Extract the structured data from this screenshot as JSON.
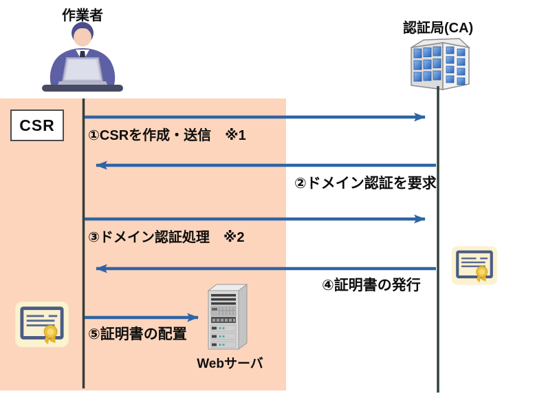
{
  "diagram": {
    "worker_label": "作業者",
    "ca_label": "認証局(CA)",
    "csr_label": "CSR",
    "server_label": "Webサーバ",
    "steps": [
      {
        "label": "①CSRを作成・送信　※1",
        "direction": "right",
        "from": "作業者",
        "to": "認証局(CA)"
      },
      {
        "label": "②ドメイン認証を要求",
        "direction": "left",
        "from": "認証局(CA)",
        "to": "作業者"
      },
      {
        "label": "③ドメイン認証処理　※2",
        "direction": "right",
        "from": "作業者",
        "to": "認証局(CA)"
      },
      {
        "label": "④証明書の発行",
        "direction": "left",
        "from": "認証局(CA)",
        "to": "作業者"
      },
      {
        "label": "⑤証明書の配置",
        "direction": "right",
        "from": "作業者",
        "to": "Webサーバ"
      }
    ],
    "icons": [
      "worker-avatar-icon",
      "ca-building-icon",
      "web-server-icon",
      "certificate-icon"
    ],
    "colors": {
      "band": "#fcd5bc",
      "arrow": "#2e64a6",
      "lifeline": "#31423d",
      "certificate_gold": "#eec23f",
      "window_blue": "#3f7cd1"
    }
  }
}
